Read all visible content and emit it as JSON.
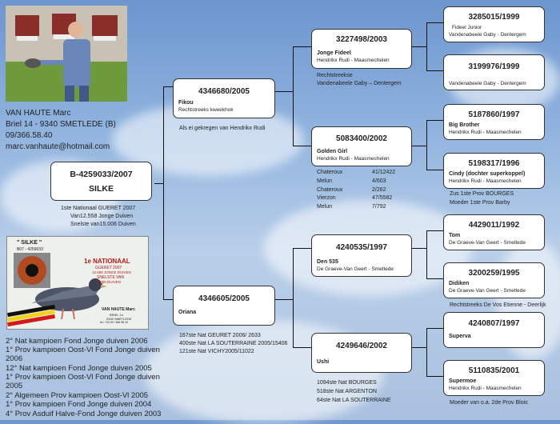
{
  "owner": {
    "name": "VAN HAUTE Marc",
    "street": "Briel 14  - 9340 SMETLEDE  (B)",
    "phone": "09/366.58.40",
    "email": "marc.vanhaute@hotmail.com"
  },
  "subject": {
    "ring": "B-4259033/2007",
    "name": "SILKE",
    "notes": [
      "1ste Nationaal GUERET 2007",
      "Van12.558 Jonge Duiven",
      "Snelste van15.006 Duiven"
    ]
  },
  "card": {
    "title": "\" SILKE \"",
    "ring": "B07 - 4259033",
    "big": "1e NATIONAAL",
    "line1": "GUERET 2007",
    "line2": "12.558 JONGE DUIVEN",
    "line3": "SNELSTE VAN",
    "line4": "15.006 DUIVEN",
    "owner": "VAN HAUTE Marc",
    "addr1": "BRIEL 14",
    "addr2": "9340 SMETLEDE",
    "tel": "tel. +32 09 / 366 58 40"
  },
  "sire": {
    "ring": "4346680/2005",
    "name": "Fikou",
    "sub": "Rechtstreeks kweekhok",
    "note": "Als ei gekregen van Hendrikx Rudi"
  },
  "dam": {
    "ring": "4346605/2005",
    "name": "Oriana",
    "notes": [
      "167ste Nat GEURET 2006/ 2633",
      "400ste Nat LA SOUTERRAINE 2005/15406",
      "121ste Nat VICHY2005/11022"
    ]
  },
  "ss": {
    "ring": "3227498/2003",
    "name": "Jonge Fideel",
    "sub": "Hendrikx Rudi - Maasmechelen",
    "notes": [
      "Rechtstreekse",
      "Vandenabeele Gaby – Dentergem"
    ]
  },
  "sd": {
    "ring": "5083400/2002",
    "name": "Golden Girl",
    "sub": "Hendrikx Rudi - Maasmechelen",
    "results": [
      [
        "Chateroux",
        "41/12422"
      ],
      [
        "Melun",
        "4/603"
      ],
      [
        "Chateroux",
        "2/262"
      ],
      [
        "Vierzon",
        "47/5582"
      ],
      [
        "Melun",
        "7/792"
      ]
    ]
  },
  "ds": {
    "ring": "4240535/1997",
    "name": "Den 535",
    "sub": "De Graeve-Van Geert - Smetlede"
  },
  "dd": {
    "ring": "4249646/2002",
    "name": "Ushi",
    "notes": [
      "1094ste Nat BOURGES",
      "518ste Nat ARGENTON",
      "64ste  Nat LA SOUTERRAINE"
    ]
  },
  "sss": {
    "ring": "3285015/1999",
    "name": "Fideel Junior",
    "sub": "Vandenabeele Gaby - Dentergem"
  },
  "ssd": {
    "ring": "3199976/1999",
    "sub": "Vandenabeele Gaby - Dentergem"
  },
  "sds": {
    "ring": "5187860/1997",
    "name": "Big Brother",
    "sub": "Hendrikx Rudi - Maasmechelen"
  },
  "sdd": {
    "ring": "5198317/1996",
    "name": "Cindy (dochter superkoppel)",
    "sub": "Hendrikx Rudi - Maasmechelen",
    "notes": [
      "Zus 1ste Prov BOURGES",
      "Moeder 1ste Prov Barby"
    ]
  },
  "dss": {
    "ring": "4429011/1992",
    "name": "Tom",
    "sub": "De Graeve-Van Geert - Smetlede"
  },
  "dsd": {
    "ring": "3200259/1995",
    "name": "Didiken",
    "sub": "De Graeve-Van Geert - Smetlede",
    "note": "Rechtstreeks De Vos Etienne - Deerlijk"
  },
  "dds": {
    "ring": "4240807/1997",
    "name": "Superva"
  },
  "ddd": {
    "ring": "5110835/2001",
    "name": "Supermoe",
    "sub": "Hendrikx Rudi - Maasmechelen",
    "note": "Moeder van o.a. 2de Prov Blois"
  },
  "results": [
    "2°   Nat kampioen Fond Jonge duiven 2006",
    "1°   Prov kampioen Oost-Vl Fond Jonge duiven",
    "2006",
    "12° Nat kampioen Fond Jonge duiven 2005",
    "1°   Prov kampioen Oost-Vl Fond Jonge duiven",
    "2005",
    "2°   Algemeen Prov kampioen Oost-Vl 2005",
    "1°   Prov kampioen Fond Jonge duiven 2004",
    "4°   Prov Asduif Halve-Fond Jonge duiven 2003"
  ]
}
